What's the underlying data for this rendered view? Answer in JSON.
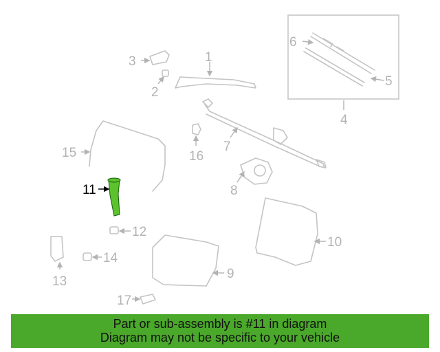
{
  "diagram": {
    "callouts": {
      "c1": "1",
      "c2": "2",
      "c3": "3",
      "c4": "4",
      "c5": "5",
      "c6": "6",
      "c7": "7",
      "c8": "8",
      "c9": "9",
      "c10": "10",
      "c11": "11",
      "c12": "12",
      "c13": "13",
      "c14": "14",
      "c15": "15",
      "c16": "16",
      "c17": "17"
    },
    "highlighted_part": "11",
    "highlight_color": "#5cc22e"
  },
  "banner": {
    "line1": "Part or sub-assembly is #11 in diagram",
    "line2": "Diagram may not be specific to your vehicle",
    "color": "#4aa82a"
  }
}
